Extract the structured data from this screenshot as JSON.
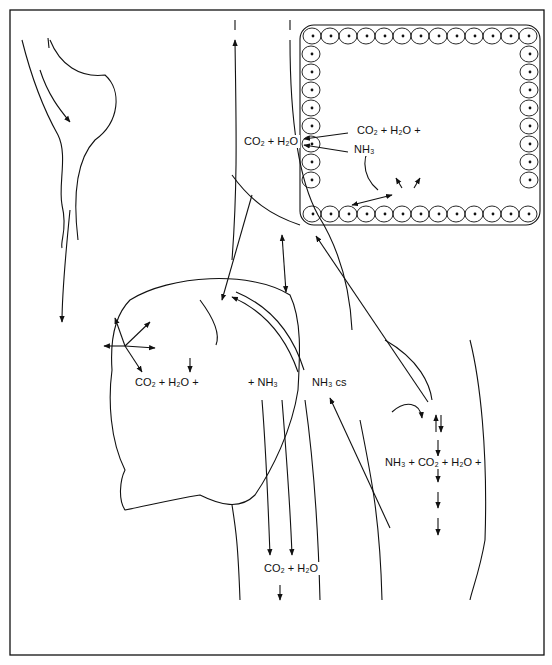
{
  "diagram": {
    "labels": [
      "CO₂ + H₂O +",
      "NH₃",
      "CO₂ + H₂O",
      "CO₂ + H₂O +",
      "+ NH₃",
      "NH₃ cs",
      "NH₃ + CO₂ + H₂O +",
      "CO₂ + H₂O"
    ]
  }
}
